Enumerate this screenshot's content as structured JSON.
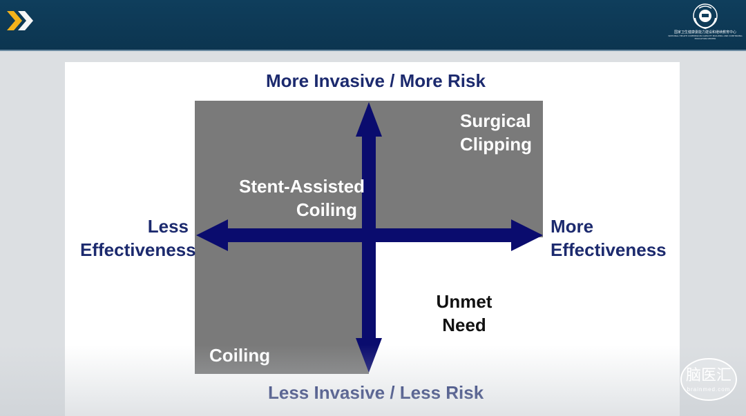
{
  "header": {
    "logo_org_cn": "国家卫生健康委能力建设和继续教育中心",
    "logo_org_en": "NATIONAL HEALTH COMMISSION CAPACITY BUILDING AND CONTINUING EDUCATION CENTER"
  },
  "diagram": {
    "top_label": "More Invasive / More Risk",
    "bottom_label": "Less Invasive / Less Risk",
    "left_label_line1": "Less",
    "left_label_line2": "Effectiveness",
    "right_label_line1": "More",
    "right_label_line2": "Effectiveness",
    "quadrants": {
      "top_right_line1": "Surgical",
      "top_right_line2": "Clipping",
      "top_left_line1": "Stent-Assisted",
      "top_left_line2": "Coiling",
      "bottom_left": "Coiling",
      "bottom_right_line1": "Unmet",
      "bottom_right_line2": "Need"
    },
    "colors": {
      "quadrant_fill": "#7a7a7a",
      "arrow": "#0a0c6e",
      "axis_label": "#1c2a6e",
      "header_bg": "#0f3e5c",
      "chevron": "#f2b21b"
    }
  },
  "watermark": {
    "text": "脑医汇",
    "subtext": "brainmed.com"
  }
}
